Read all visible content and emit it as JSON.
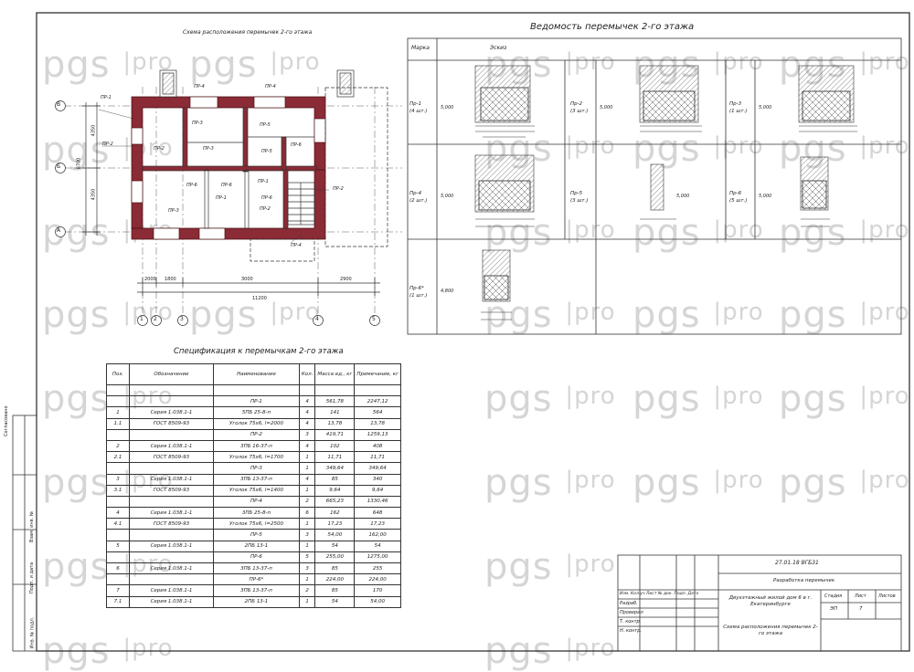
{
  "watermark": {
    "brand": "pgs",
    "suffix": "pro"
  },
  "plan": {
    "title": "Схема расположения перемычек 2-го этажа",
    "axes_letters": [
      "В",
      "Б",
      "А"
    ],
    "axes_numbers": [
      "1",
      "2",
      "3",
      "4",
      "5"
    ],
    "dims_left": [
      "4350",
      "4350",
      "8700"
    ],
    "dims_bottom": [
      "2000",
      "1800",
      "3000",
      "2900"
    ],
    "dim_total": "11200",
    "labels": [
      "ПР-1",
      "ПР-4",
      "ПР-4",
      "ПР-2",
      "ПР-2",
      "ПР-3",
      "ПР-5",
      "ПР-5",
      "ПР-3",
      "ПР-6",
      "ПР-6",
      "ПР-6",
      "ПР-1",
      "ПР-3",
      "ПР-2",
      "ПР-1",
      "ПР-2",
      "ПР-6",
      "ПР-4"
    ]
  },
  "vedomost": {
    "title": "Ведомость перемычек 2-го этажа",
    "col_marka": "Марка",
    "col_eskiz": "Эскиз",
    "items": [
      {
        "mark": "Пр-1",
        "qty": "(4 шт.)",
        "level": "5,000"
      },
      {
        "mark": "Пр-2",
        "qty": "(3 шт.)",
        "level": "5,000"
      },
      {
        "mark": "Пр-3",
        "qty": "(1 шт.)",
        "level": "5,000"
      },
      {
        "mark": "Пр-4",
        "qty": "(2 шт.)",
        "level": "5,000"
      },
      {
        "mark": "Пр-5",
        "qty": "(3 шт.)",
        "level": "5,000"
      },
      {
        "mark": "Пр-6",
        "qty": "(5 шт.)",
        "level": "5,000"
      },
      {
        "mark": "Пр-6*",
        "qty": "(1 шт.)",
        "level": "4,800"
      }
    ]
  },
  "spec": {
    "title": "Спецификация к перемычкам 2-го этажа",
    "headers": [
      "Поз.",
      "Обозначение",
      "Наименование",
      "Кол.",
      "Масса ед., кг",
      "Примечание, кг"
    ],
    "rows": [
      [
        "",
        "",
        "",
        "",
        "",
        ""
      ],
      [
        "",
        "",
        "ПР-1",
        "4",
        "561,78",
        "2247,12"
      ],
      [
        "1",
        "Серия 1.038.1-1",
        "5ПБ 25-8-п",
        "4",
        "141",
        "564"
      ],
      [
        "1.1",
        "ГОСТ 8509-93",
        "Уголок 75х6, l=2000",
        "4",
        "13,78",
        "13,78"
      ],
      [
        "",
        "",
        "ПР-2",
        "3",
        "419,71",
        "1259,13"
      ],
      [
        "2",
        "Серия 1.038.1-1",
        "3ПБ 16-37-п",
        "4",
        "102",
        "408"
      ],
      [
        "2.1",
        "ГОСТ 8509-93",
        "Уголок 75х6, l=1700",
        "1",
        "11,71",
        "11,71"
      ],
      [
        "",
        "",
        "ПР-3",
        "1",
        "349,64",
        "349,64"
      ],
      [
        "3",
        "Серия 1.038.1-1",
        "3ПБ 13-37-п",
        "4",
        "85",
        "340"
      ],
      [
        "3.1",
        "ГОСТ 8509-93",
        "Уголок 75х6, l=1400",
        "1",
        "9,64",
        "9,64"
      ],
      [
        "",
        "",
        "ПР-4",
        "2",
        "665,23",
        "1330,46"
      ],
      [
        "4",
        "Серия 1.038.1-1",
        "3ПБ 25-8-п",
        "6",
        "162",
        "648"
      ],
      [
        "4.1",
        "ГОСТ 8509-93",
        "Уголок 75х6, l=2500",
        "1",
        "17,23",
        "17,23"
      ],
      [
        "",
        "",
        "ПР-5",
        "3",
        "54,00",
        "162,00"
      ],
      [
        "5",
        "Серия 1.038.1-1",
        "2ПБ 13-1",
        "1",
        "54",
        "54"
      ],
      [
        "",
        "",
        "ПР-6",
        "5",
        "255,00",
        "1275,00"
      ],
      [
        "6",
        "Серия 1.038.1-1",
        "3ПБ 13-37-п",
        "3",
        "85",
        "255"
      ],
      [
        "",
        "",
        "ПР-6*",
        "1",
        "224,00",
        "224,00"
      ],
      [
        "7",
        "Серия 1.038.1-1",
        "3ПБ 13-37-п",
        "2",
        "85",
        "170"
      ],
      [
        "7.1",
        "Серия 1.038.1-1",
        "2ПБ 13-1",
        "1",
        "54",
        "54,00"
      ]
    ]
  },
  "side_stamp": [
    "Согласовано",
    "Взам. инв. №",
    "Подп. и дата",
    "Инв. № подл."
  ],
  "title_block": {
    "code": "27.01.18 ВГБ31",
    "project": "Разработка перемычек",
    "object": "Двухэтажный жилой дом 6 в г. Екатеринбурге",
    "sheet_title": "Схема расположения перемычек 2-го этажа",
    "h_izm": "Изм.",
    "h_kol": "Кол.уч",
    "h_list": "Лист",
    "h_doc": "№ док.",
    "h_podp": "Подп.",
    "h_date": "Дата",
    "roles": [
      "Разраб.",
      "Проверил",
      "Т. контр.",
      "Н. контр."
    ],
    "stadiya_label": "Стадия",
    "list_label": "Лист",
    "listov_label": "Листов",
    "stadiya": "ЭП",
    "list": "7"
  }
}
